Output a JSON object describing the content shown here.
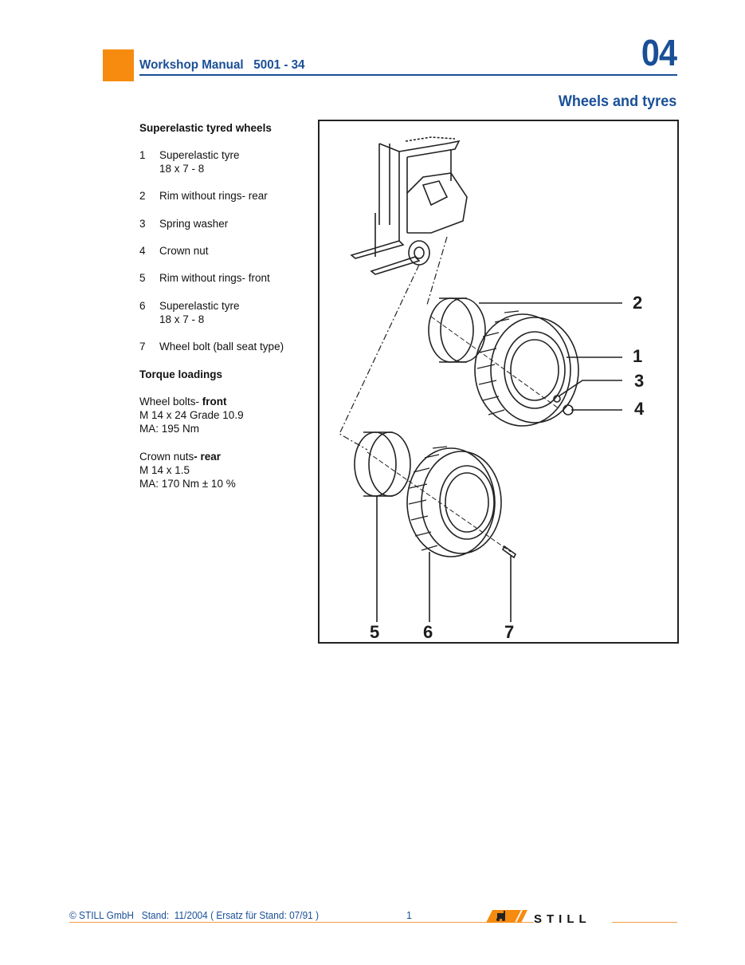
{
  "header": {
    "manual_title": "Workshop Manual   5001 - 34",
    "chapter_number": "04",
    "section_title": "Wheels and tyres",
    "accent_color": "#f68b0f",
    "brand_color": "#1a4f97"
  },
  "parts": {
    "heading": "Superelastic tyred wheels",
    "items": [
      {
        "num": "1",
        "label": "Superelastic tyre",
        "detail": "18 x 7 - 8"
      },
      {
        "num": "2",
        "label": "Rim without rings- rear",
        "detail": ""
      },
      {
        "num": "3",
        "label": "Spring washer",
        "detail": ""
      },
      {
        "num": "4",
        "label": "Crown nut",
        "detail": ""
      },
      {
        "num": "5",
        "label": "Rim without rings- front",
        "detail": ""
      },
      {
        "num": "6",
        "label": "Superelastic tyre",
        "detail": "18 x 7 - 8"
      },
      {
        "num": "7",
        "label": "Wheel bolt (ball seat type)",
        "detail": ""
      }
    ]
  },
  "torque": {
    "heading": "Torque loadings",
    "front": {
      "prefix": "Wheel bolts- ",
      "emphasis": "front",
      "spec": "M 14 x 24 Grade 10.9",
      "value": "MA: 195 Nm"
    },
    "rear": {
      "prefix": "Crown nuts",
      "emphasis": "- rear",
      "spec": "M 14 x 1.5",
      "value": "MA: 170 Nm ± 10 %"
    }
  },
  "figure": {
    "callouts": [
      "1",
      "2",
      "3",
      "4",
      "5",
      "6",
      "7"
    ]
  },
  "footer": {
    "copyright": "© STILL GmbH   Stand:  11/2004 ( Ersatz für Stand: 07/91 )",
    "page_number": "1",
    "logo_text": "STILL"
  }
}
